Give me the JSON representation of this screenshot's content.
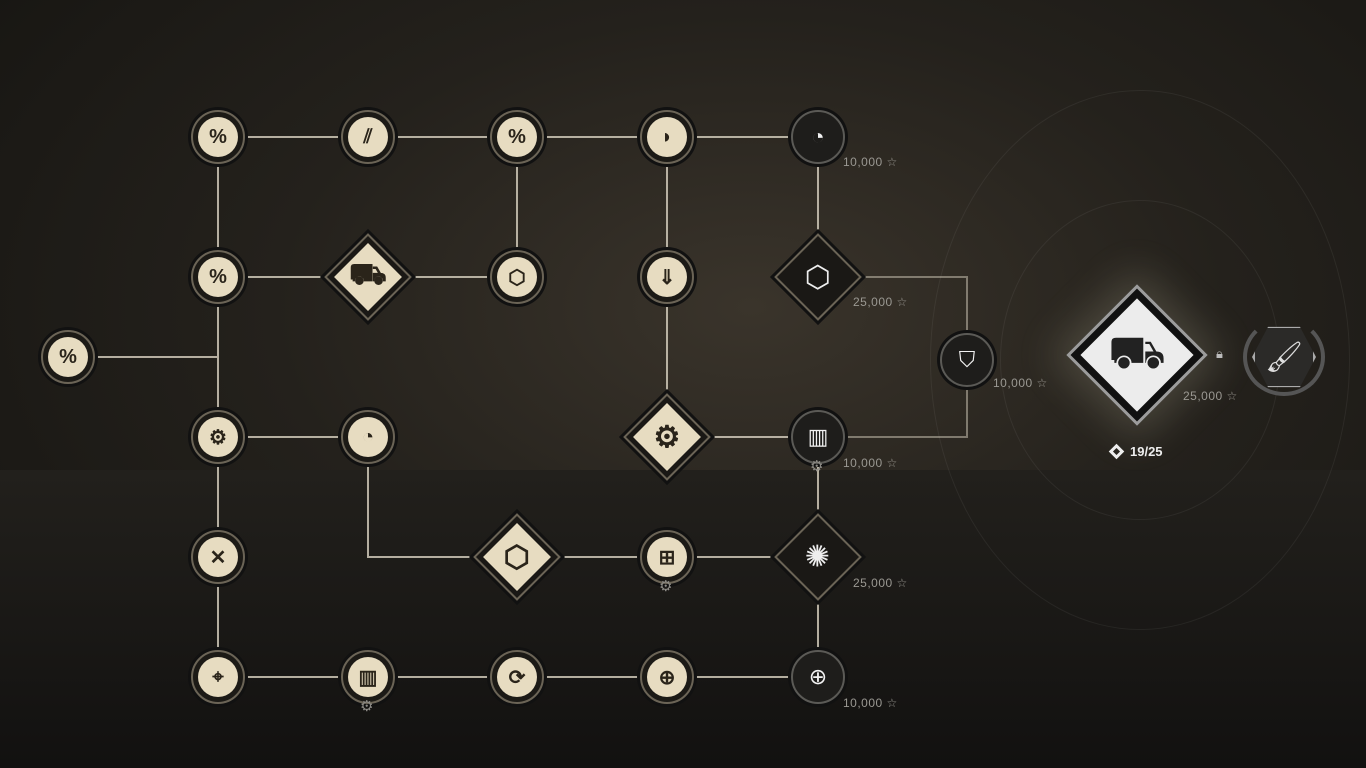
{
  "tree": {
    "nodes": [
      {
        "id": "r1c1",
        "icon": "shell-percent-icon",
        "state": "unlocked"
      },
      {
        "id": "r1c2",
        "icon": "shells-icon",
        "state": "unlocked"
      },
      {
        "id": "r1c3",
        "icon": "shell-percent-icon",
        "state": "unlocked"
      },
      {
        "id": "r1c4",
        "icon": "armor-shield-icon",
        "state": "unlocked"
      },
      {
        "id": "r1c5",
        "icon": "speedometer-icon",
        "state": "locked",
        "price": "10,000"
      },
      {
        "id": "r2c1",
        "icon": "fire-percent-icon",
        "state": "unlocked"
      },
      {
        "id": "r2c2",
        "icon": "tank-gun-reload-icon",
        "state": "unlocked"
      },
      {
        "id": "r2c3",
        "icon": "module-cube-icon",
        "state": "unlocked"
      },
      {
        "id": "r2c4",
        "icon": "arrow-down-timer-icon",
        "state": "unlocked"
      },
      {
        "id": "r2c5",
        "icon": "cube-icon",
        "state": "locked",
        "price": "25,000"
      },
      {
        "id": "left",
        "icon": "module-percent-icon",
        "state": "unlocked"
      },
      {
        "id": "side",
        "icon": "track-shield-icon",
        "state": "locked",
        "price": "10,000"
      },
      {
        "id": "r3c1",
        "icon": "gears-cube-icon",
        "state": "unlocked"
      },
      {
        "id": "r3c2",
        "icon": "speedometer-icon",
        "state": "unlocked"
      },
      {
        "id": "r3c4",
        "icon": "tank-gears-icon",
        "state": "unlocked"
      },
      {
        "id": "r3c5",
        "icon": "armor-plates-icon",
        "state": "locked",
        "price": "10,000"
      },
      {
        "id": "r4c1",
        "icon": "crew-fire-icon",
        "state": "unlocked"
      },
      {
        "id": "r4c3",
        "icon": "cube-icon",
        "state": "unlocked"
      },
      {
        "id": "r4c4",
        "icon": "sight-plus-icon",
        "state": "unlocked"
      },
      {
        "id": "r4c5",
        "icon": "burst-icon",
        "state": "locked",
        "price": "25,000"
      },
      {
        "id": "r5c1",
        "icon": "tank-crosshair-icon",
        "state": "unlocked"
      },
      {
        "id": "r5c2",
        "icon": "armor-plates-icon",
        "state": "unlocked"
      },
      {
        "id": "r5c3",
        "icon": "tank-rotate-icon",
        "state": "unlocked"
      },
      {
        "id": "r5c4",
        "icon": "crosshair-timer-icon",
        "state": "unlocked"
      },
      {
        "id": "r5c5",
        "icon": "crosshair-icon",
        "state": "locked",
        "price": "10,000"
      }
    ]
  },
  "final": {
    "icon": "tank-gun-reload-icon",
    "price": "25,000",
    "progress": "19/25",
    "lock_icon": "lock-icon",
    "reward_icon": "paintbrush-icon"
  },
  "colors": {
    "unlocked": "#e7dcc1",
    "locked": "#f2f2f2",
    "line": "#cfc8b8"
  }
}
